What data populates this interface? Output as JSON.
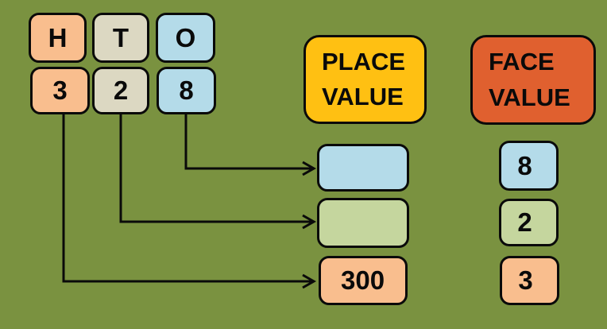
{
  "palette": {
    "background": "#7A9240",
    "peach": "#F9BE8E",
    "tan": "#DCD8C2",
    "blue": "#B4DBE9",
    "green": "#C5D69E",
    "yellow": "#FFC012",
    "orange_red": "#E0602F",
    "outline": "#0a0a0a"
  },
  "number_shown": "328",
  "column_headers": [
    {
      "label": "H",
      "meaning": "Hundreds",
      "color": "peach"
    },
    {
      "label": "T",
      "meaning": "Tens",
      "color": "tan"
    },
    {
      "label": "O",
      "meaning": "Ones",
      "color": "blue"
    }
  ],
  "digits": [
    {
      "label": "3",
      "column": "Hundreds",
      "color": "peach"
    },
    {
      "label": "2",
      "column": "Tens",
      "color": "tan"
    },
    {
      "label": "8",
      "column": "Ones",
      "color": "blue"
    }
  ],
  "place_value": {
    "title": "PLACE\nVALUE",
    "boxes": [
      {
        "value": "",
        "color": "blue"
      },
      {
        "value": "",
        "color": "green"
      },
      {
        "value": "300",
        "color": "peach"
      }
    ]
  },
  "face_value": {
    "title": "FACE\nVALUE",
    "boxes": [
      {
        "value": "8",
        "color": "blue"
      },
      {
        "value": "2",
        "color": "green"
      },
      {
        "value": "3",
        "color": "peach"
      }
    ]
  }
}
